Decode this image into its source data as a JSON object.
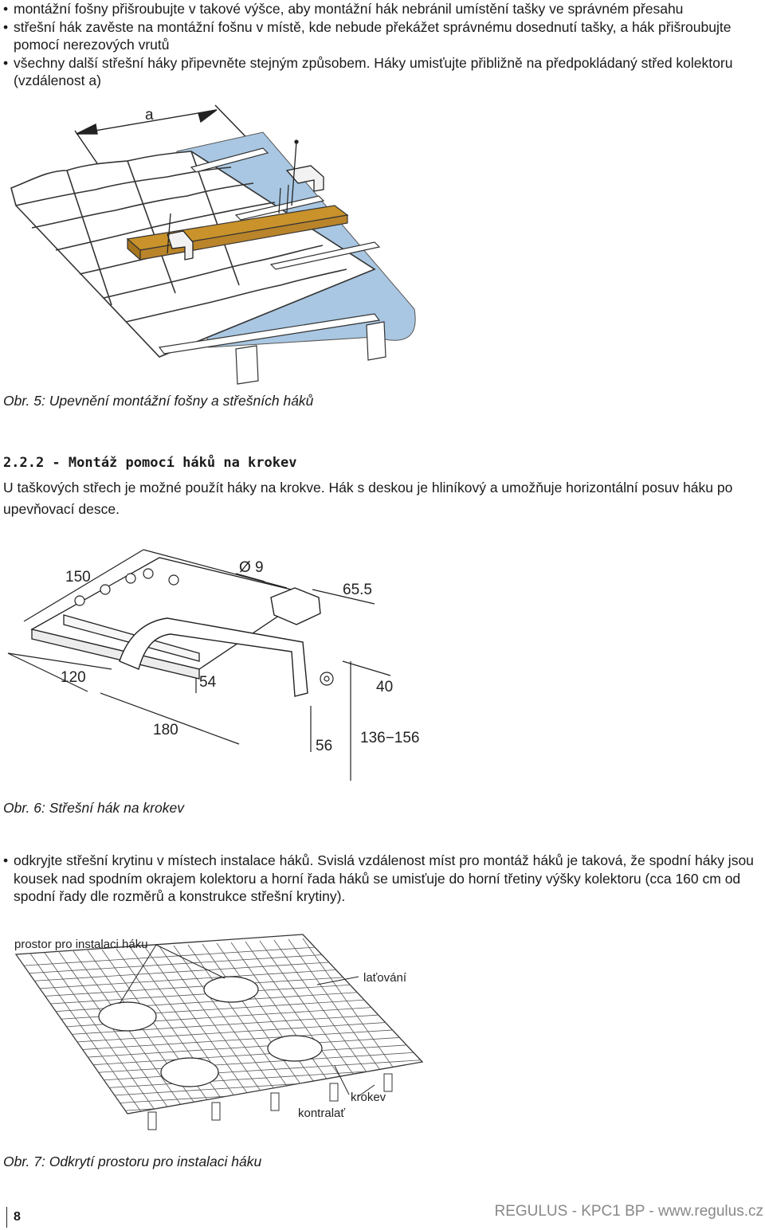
{
  "intro_bullets": [
    "montážní fošny přišroubujte v takové výšce, aby montážní hák nebránil umístění tašky ve správném přesahu",
    "střešní hák zavěste na montážní fošnu v místě, kde nebude překážet správnému dosednutí tašky, a hák přišroubujte pomocí nerezových vrutů",
    "všechny další střešní háky připevněte stejným způsobem. Háky umisťujte přibližně na předpokládaný střed kolektoru (vzdálenost a)"
  ],
  "figure5": {
    "dimension_label": "a",
    "caption": "Obr. 5: Upevnění montážní fošny a střešních háků"
  },
  "section": {
    "heading": "2.2.2 - Montáž pomocí háků na krokev",
    "paragraph": "U taškových střech je možné použít háky na krokve. Hák s deskou je hliníkový a umožňuje horizontální posuv háku po upevňovací desce."
  },
  "figure6": {
    "dimensions": {
      "d150": "150",
      "d9": "Ø 9",
      "d65": "65.5",
      "d120": "120",
      "d54": "54",
      "d40": "40",
      "d180": "180",
      "d56": "56",
      "d136": "136−156"
    },
    "caption": "Obr. 6: Střešní hák na krokev"
  },
  "cover_bullet": "odkryjte střešní krytinu v místech instalace háků. Svislá vzdálenost míst pro montáž háků je taková, že spodní háky jsou kousek nad spodním okrajem kolektoru a horní řada háků se umisťuje do horní třetiny výšky kolektoru (cca 160 cm od spodní řady dle rozměrů a konstrukce střešní krytiny).",
  "figure7": {
    "labels": {
      "space": "prostor pro instalaci háku",
      "battens": "laťování",
      "rafter": "krokev",
      "counter_batten": "kontralať"
    },
    "caption": "Obr. 7: Odkrytí prostoru pro instalaci háku"
  },
  "footer": {
    "page_number": "8",
    "text": "REGULUS - KPC1 BP - www.regulus.cz"
  },
  "colors": {
    "plank": "#c9922b",
    "insulation": "#a9c7e2",
    "footer_text": "#888888"
  }
}
